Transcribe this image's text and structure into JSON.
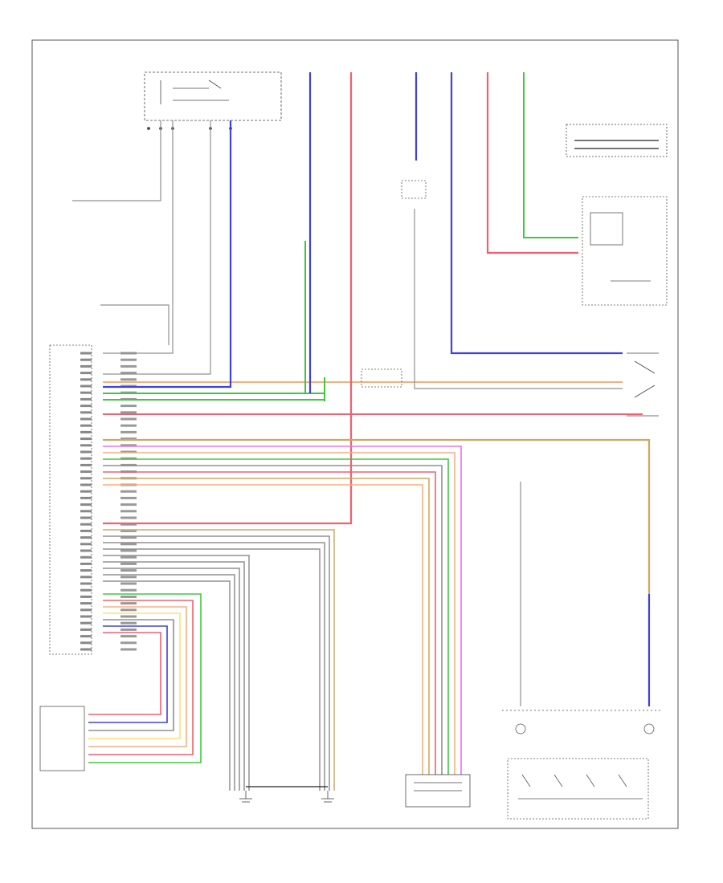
{
  "footer_code": "",
  "wire_colors": {
    "blue": "#4040e0",
    "red": "#f06070",
    "green": "#40c840",
    "orange": "#f5b080",
    "tan": "#d0a860",
    "magenta": "#f070f0",
    "yellow": "#ffe070",
    "gray": "#909090",
    "black": "#202020"
  },
  "components": [
    {
      "id": "stop-lamp-switch",
      "icon": "switch-icon"
    },
    {
      "id": "engine-control-module",
      "icon": "ecm-block-icon"
    },
    {
      "id": "throttle-position-sensor",
      "icon": "sensor-block-icon"
    },
    {
      "id": "combination-meter",
      "icon": "meter-block-icon"
    },
    {
      "id": "cruise-control-switch",
      "icon": "switch-cluster-icon"
    },
    {
      "id": "data-link-connector",
      "icon": "connector-icon"
    },
    {
      "id": "ground-points",
      "icon": "ground-icon"
    }
  ]
}
